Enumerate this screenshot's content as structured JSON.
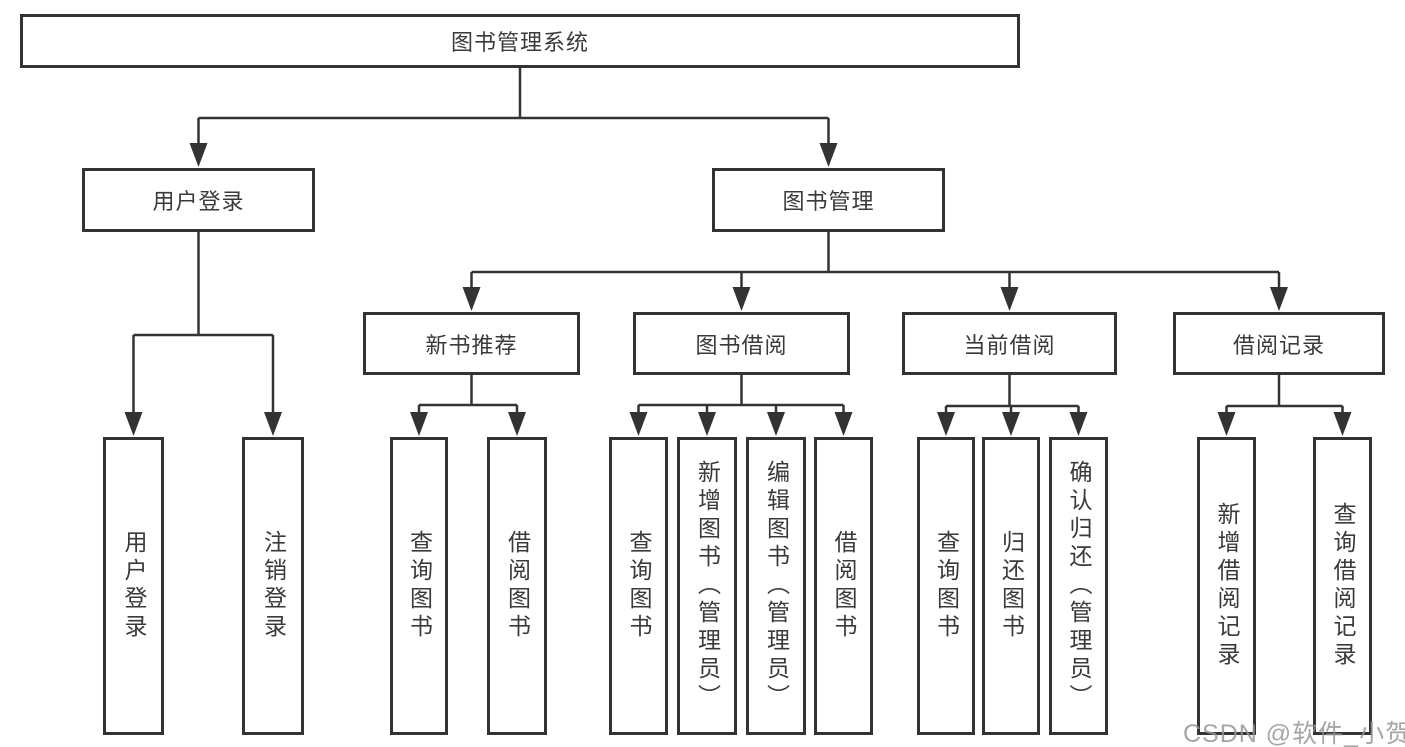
{
  "diagram": {
    "title_node": {
      "label": "图书管理系统"
    },
    "level2": [
      {
        "label": "用户登录"
      },
      {
        "label": "图书管理"
      }
    ],
    "level3": [
      {
        "label": "新书推荐"
      },
      {
        "label": "图书借阅"
      },
      {
        "label": "当前借阅"
      },
      {
        "label": "借阅记录"
      }
    ],
    "leaves": [
      {
        "label": "用户登录"
      },
      {
        "label": "注销登录"
      },
      {
        "label": "查询图书"
      },
      {
        "label": "借阅图书"
      },
      {
        "label": "查询图书"
      },
      {
        "label": "新增图书（管理员）"
      },
      {
        "label": "编辑图书（管理员）"
      },
      {
        "label": "借阅图书"
      },
      {
        "label": "查询图书"
      },
      {
        "label": "归还图书"
      },
      {
        "label": "确认归还（管理员）"
      },
      {
        "label": "新增借阅记录"
      },
      {
        "label": "查询借阅记录"
      }
    ],
    "colors": {
      "line": "#333333",
      "text": "#3a3a3a",
      "box_background": "#ffffff",
      "watermark": "#969696"
    }
  },
  "watermark": {
    "text": "CSDN @软件_小贺同学"
  }
}
